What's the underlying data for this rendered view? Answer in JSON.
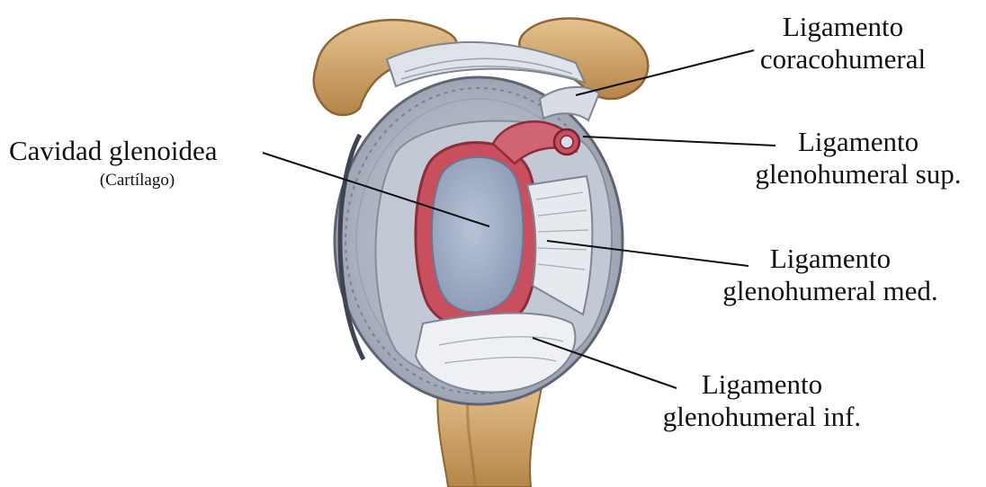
{
  "figure": {
    "labels": {
      "coracohumeral": {
        "line1": "Ligamento",
        "line2": "coracohumeral"
      },
      "cavidad": {
        "line1": "Cavidad glenoidea",
        "sub": "(Cartílago)"
      },
      "sup": {
        "line1": "Ligamento",
        "line2": "glenohumeral sup."
      },
      "med": {
        "line1": "Ligamento",
        "line2": "glenohumeral med."
      },
      "inf": {
        "line1": "Ligamento",
        "line2": "glenohumeral inf."
      }
    }
  },
  "colors": {
    "bone": "#d9b07a",
    "bone_dark": "#a97a3e",
    "cartilage": "#a8b4c8",
    "labrum": "#c8505e",
    "capsule": "#b9bfcc",
    "ligament_white": "#e9ebef",
    "outline": "#6f7482"
  }
}
